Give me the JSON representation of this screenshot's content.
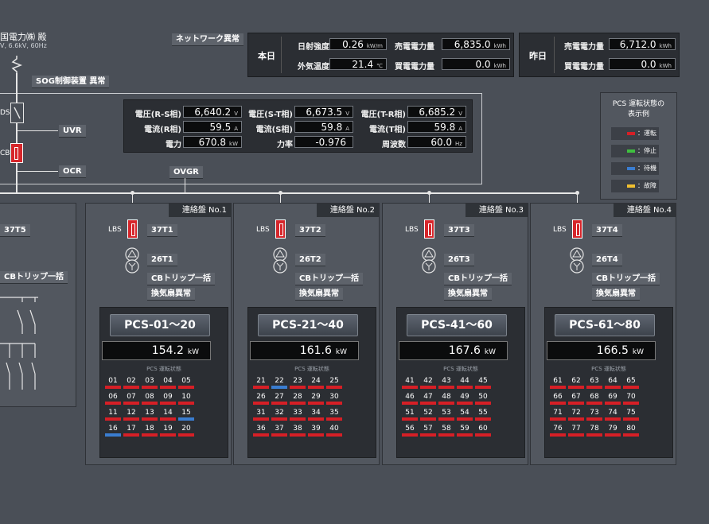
{
  "header": {
    "company": "国電力㈱ 殿",
    "voltage_spec": "V, 6.6kV, 60Hz",
    "network_alarm": "ネットワーク異常",
    "sog_alarm": "SOG制御装置 異常"
  },
  "today": {
    "label": "本日",
    "irradiance": {
      "label": "日射強度",
      "value": "0.26",
      "unit": "kW/m"
    },
    "temperature": {
      "label": "外気温度",
      "value": "21.4",
      "unit": "℃"
    },
    "sell_energy": {
      "label": "売電電力量",
      "value": "6,835.0",
      "unit": "kWh"
    },
    "buy_energy": {
      "label": "買電電力量",
      "value": "0.0",
      "unit": "kWh"
    }
  },
  "yesterday": {
    "label": "昨日",
    "sell_energy": {
      "label": "売電電力量",
      "value": "6,712.0",
      "unit": "kWh"
    },
    "buy_energy": {
      "label": "買電電力量",
      "value": "0.0",
      "unit": "kWh"
    }
  },
  "measurements": {
    "v_rs": {
      "label": "電圧(R-S相)",
      "value": "6,640.2",
      "unit": "V"
    },
    "v_st": {
      "label": "電圧(S-T相)",
      "value": "6,673.5",
      "unit": "V"
    },
    "v_tr": {
      "label": "電圧(T-R相)",
      "value": "6,685.2",
      "unit": "V"
    },
    "i_r": {
      "label": "電流(R相)",
      "value": "59.5",
      "unit": "A"
    },
    "i_s": {
      "label": "電流(S相)",
      "value": "59.8",
      "unit": "A"
    },
    "i_t": {
      "label": "電流(T相)",
      "value": "59.8",
      "unit": "A"
    },
    "power": {
      "label": "電力",
      "value": "670.8",
      "unit": "kW"
    },
    "pf": {
      "label": "力率",
      "value": "-0.976",
      "unit": ""
    },
    "freq": {
      "label": "周波数",
      "value": "60.0",
      "unit": "Hz"
    }
  },
  "single_line": {
    "ds": "DS",
    "cb": "CB",
    "uvr": "UVR",
    "ocr": "OCR",
    "ovgr": "OVGR",
    "left_37t": "37T5",
    "left_cb_trip": "CBトリップ一括"
  },
  "legend": {
    "title_1": "PCS 運転状態の",
    "title_2": "表示例",
    "items": [
      {
        "label": "：運転",
        "color": "#d61f26"
      },
      {
        "label": "：停止",
        "color": "#3fbf3f"
      },
      {
        "label": "：待機",
        "color": "#3a7dd0"
      },
      {
        "label": "：故障",
        "color": "#f0c030"
      }
    ]
  },
  "boards": [
    {
      "title": "連絡盤 No.1",
      "lbs": "LBS",
      "t37": "37T1",
      "t26": "26T1",
      "cb_trip": "CBトリップ一括",
      "fan_alarm": "換気扇異常",
      "pcs_label": "PCS-01～20",
      "kw": "154.2",
      "kw_unit": "kW",
      "status_title": "PCS 運転状態",
      "units": [
        "01",
        "02",
        "03",
        "04",
        "05",
        "06",
        "07",
        "08",
        "09",
        "10",
        "11",
        "12",
        "13",
        "14",
        "15",
        "16",
        "17",
        "18",
        "19",
        "20"
      ],
      "status": [
        "run",
        "run",
        "run",
        "run",
        "run",
        "run",
        "run",
        "run",
        "run",
        "run",
        "run",
        "run",
        "run",
        "run",
        "standby",
        "standby",
        "run",
        "run",
        "run",
        "run"
      ]
    },
    {
      "title": "連絡盤 No.2",
      "lbs": "LBS",
      "t37": "37T2",
      "t26": "26T2",
      "cb_trip": "CBトリップ一括",
      "fan_alarm": "換気扇異常",
      "pcs_label": "PCS-21～40",
      "kw": "161.6",
      "kw_unit": "kW",
      "status_title": "PCS 運転状態",
      "units": [
        "21",
        "22",
        "23",
        "24",
        "25",
        "26",
        "27",
        "28",
        "29",
        "30",
        "31",
        "32",
        "33",
        "34",
        "35",
        "36",
        "37",
        "38",
        "39",
        "40"
      ],
      "status": [
        "run",
        "standby",
        "run",
        "run",
        "run",
        "run",
        "run",
        "run",
        "run",
        "run",
        "run",
        "run",
        "run",
        "run",
        "run",
        "run",
        "run",
        "run",
        "run",
        "run"
      ]
    },
    {
      "title": "連絡盤 No.3",
      "lbs": "LBS",
      "t37": "37T3",
      "t26": "26T3",
      "cb_trip": "CBトリップ一括",
      "fan_alarm": "換気扇異常",
      "pcs_label": "PCS-41～60",
      "kw": "167.6",
      "kw_unit": "kW",
      "status_title": "PCS 運転状態",
      "units": [
        "41",
        "42",
        "43",
        "44",
        "45",
        "46",
        "47",
        "48",
        "49",
        "50",
        "51",
        "52",
        "53",
        "54",
        "55",
        "56",
        "57",
        "58",
        "59",
        "60"
      ],
      "status": [
        "run",
        "run",
        "run",
        "run",
        "run",
        "run",
        "run",
        "run",
        "run",
        "run",
        "run",
        "run",
        "run",
        "run",
        "run",
        "run",
        "run",
        "run",
        "run",
        "run"
      ]
    },
    {
      "title": "連絡盤 No.4",
      "lbs": "LBS",
      "t37": "37T4",
      "t26": "26T4",
      "cb_trip": "CBトリップ一括",
      "fan_alarm": "換気扇異常",
      "pcs_label": "PCS-61～80",
      "kw": "166.5",
      "kw_unit": "kW",
      "status_title": "PCS 運転状態",
      "units": [
        "61",
        "62",
        "63",
        "64",
        "65",
        "66",
        "67",
        "68",
        "69",
        "70",
        "71",
        "72",
        "73",
        "74",
        "75",
        "76",
        "77",
        "78",
        "79",
        "80"
      ],
      "status": [
        "run",
        "run",
        "run",
        "run",
        "run",
        "run",
        "run",
        "run",
        "run",
        "run",
        "run",
        "run",
        "run",
        "run",
        "run",
        "run",
        "run",
        "run",
        "run",
        "run"
      ]
    }
  ],
  "colors": {
    "run": "#d61f26",
    "standby": "#3a7dd0",
    "stop": "#3fbf3f",
    "fault": "#f0c030"
  }
}
